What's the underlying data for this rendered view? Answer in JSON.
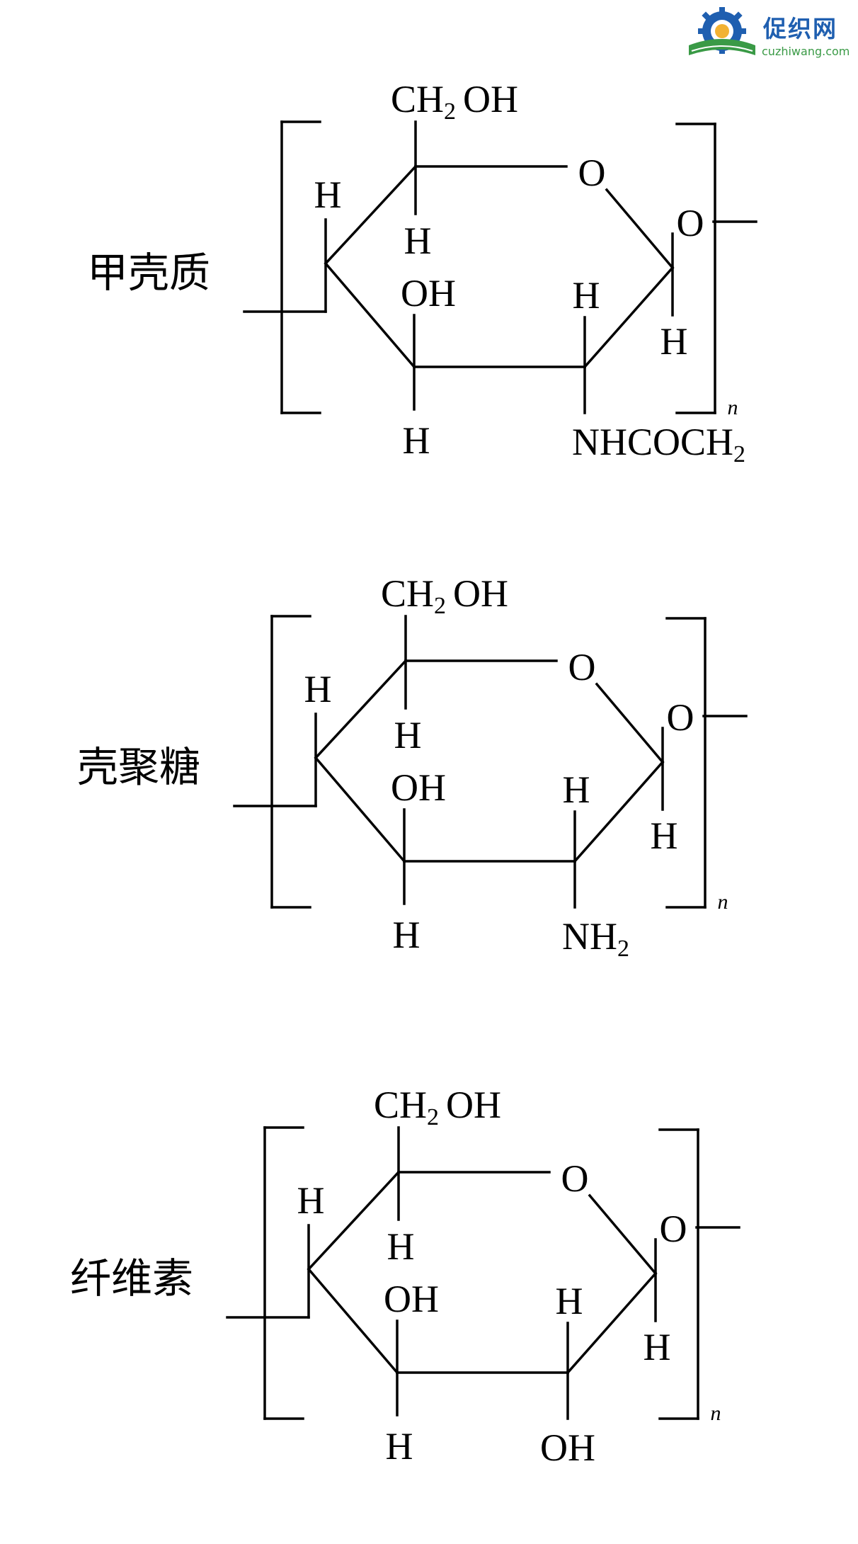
{
  "logo": {
    "title": "促织网",
    "subtitle": "cuzhiwang.com",
    "colors": {
      "gear": "#1f5fb0",
      "book": "#3a9a46",
      "sun": "#f2b233"
    }
  },
  "structures": [
    {
      "name": "甲壳质",
      "top_group": {
        "main": "CH",
        "sub": "2",
        "rest": "OH"
      },
      "ring_oxygen": "O",
      "glycosidic_oxygen": "O",
      "h_top_left": "H",
      "h_under_c5": "H",
      "c3_oh": "OH",
      "h_c3_bottom": "H",
      "h_c2_top": "H",
      "h_c1": "H",
      "c2_substituent": {
        "main": "NHCOCH",
        "sub": "2",
        "rest": ""
      },
      "repeat_index": "n"
    },
    {
      "name": "壳聚糖",
      "top_group": {
        "main": "CH",
        "sub": "2",
        "rest": "OH"
      },
      "ring_oxygen": "O",
      "glycosidic_oxygen": "O",
      "h_top_left": "H",
      "h_under_c5": "H",
      "c3_oh": "OH",
      "h_c3_bottom": "H",
      "h_c2_top": "H",
      "h_c1": "H",
      "c2_substituent": {
        "main": "NH",
        "sub": "2",
        "rest": ""
      },
      "repeat_index": "n"
    },
    {
      "name": "纤维素",
      "top_group": {
        "main": "CH",
        "sub": "2",
        "rest": "OH"
      },
      "ring_oxygen": "O",
      "glycosidic_oxygen": "O",
      "h_top_left": "H",
      "h_under_c5": "H",
      "c3_oh": "OH",
      "h_c3_bottom": "H",
      "h_c2_top": "H",
      "h_c1": "H",
      "c2_substituent": {
        "main": "OH",
        "sub": "",
        "rest": ""
      },
      "repeat_index": "n"
    }
  ]
}
